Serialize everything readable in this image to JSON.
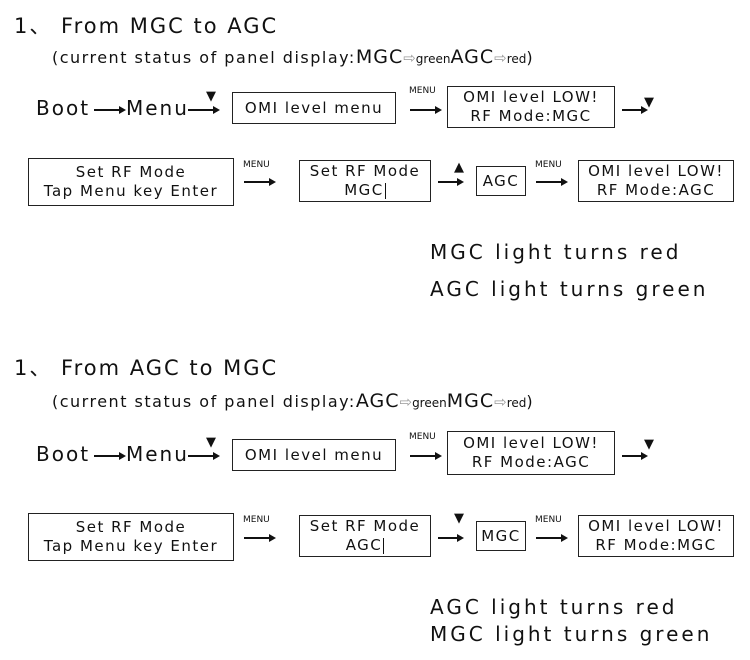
{
  "sections": [
    {
      "title": "1、 From MGC to AGC",
      "status_prefix": "(current status of panel display:",
      "status_mode1": "MGC",
      "status_color1": "green",
      "status_mode2": "AGC",
      "status_color2": "red",
      "status_suffix": ")",
      "boot_label": "Boot",
      "menu_label": "Menu",
      "menu_key": "MENU",
      "box_omi_menu": "OMI level menu",
      "box_omi_low_line1": "OMI level LOW!",
      "box_omi_low_line2": "RF Mode:MGC",
      "box_set_rf_line1": "Set RF Mode",
      "box_set_rf_line2": "Tap Menu key Enter",
      "box_set_mode_line1": "Set RF Mode",
      "box_set_mode_line2": "MGC",
      "box_target": "AGC",
      "box_final_line1": "OMI level LOW!",
      "box_final_line2": "RF Mode:AGC",
      "result1": "MGC light turns red",
      "result2": "AGC light turns green"
    },
    {
      "title": "1、 From AGC to MGC",
      "status_prefix": "(current status of panel display:",
      "status_mode1": "AGC",
      "status_color1": "green",
      "status_mode2": "MGC",
      "status_color2": "red",
      "status_suffix": ")",
      "boot_label": "Boot",
      "menu_label": "Menu",
      "menu_key": "MENU",
      "box_omi_menu": "OMI level menu",
      "box_omi_low_line1": "OMI level LOW!",
      "box_omi_low_line2": "RF Mode:AGC",
      "box_set_rf_line1": "Set RF Mode",
      "box_set_rf_line2": "Tap Menu key Enter",
      "box_set_mode_line1": "Set RF Mode",
      "box_set_mode_line2": "AGC",
      "box_target": "MGC",
      "box_final_line1": "OMI level LOW!",
      "box_final_line2": "RF Mode:MGC",
      "result1": "AGC light turns red",
      "result2": "MGC light turns green"
    }
  ],
  "triangle_down": "▼",
  "triangle_up": "▲"
}
